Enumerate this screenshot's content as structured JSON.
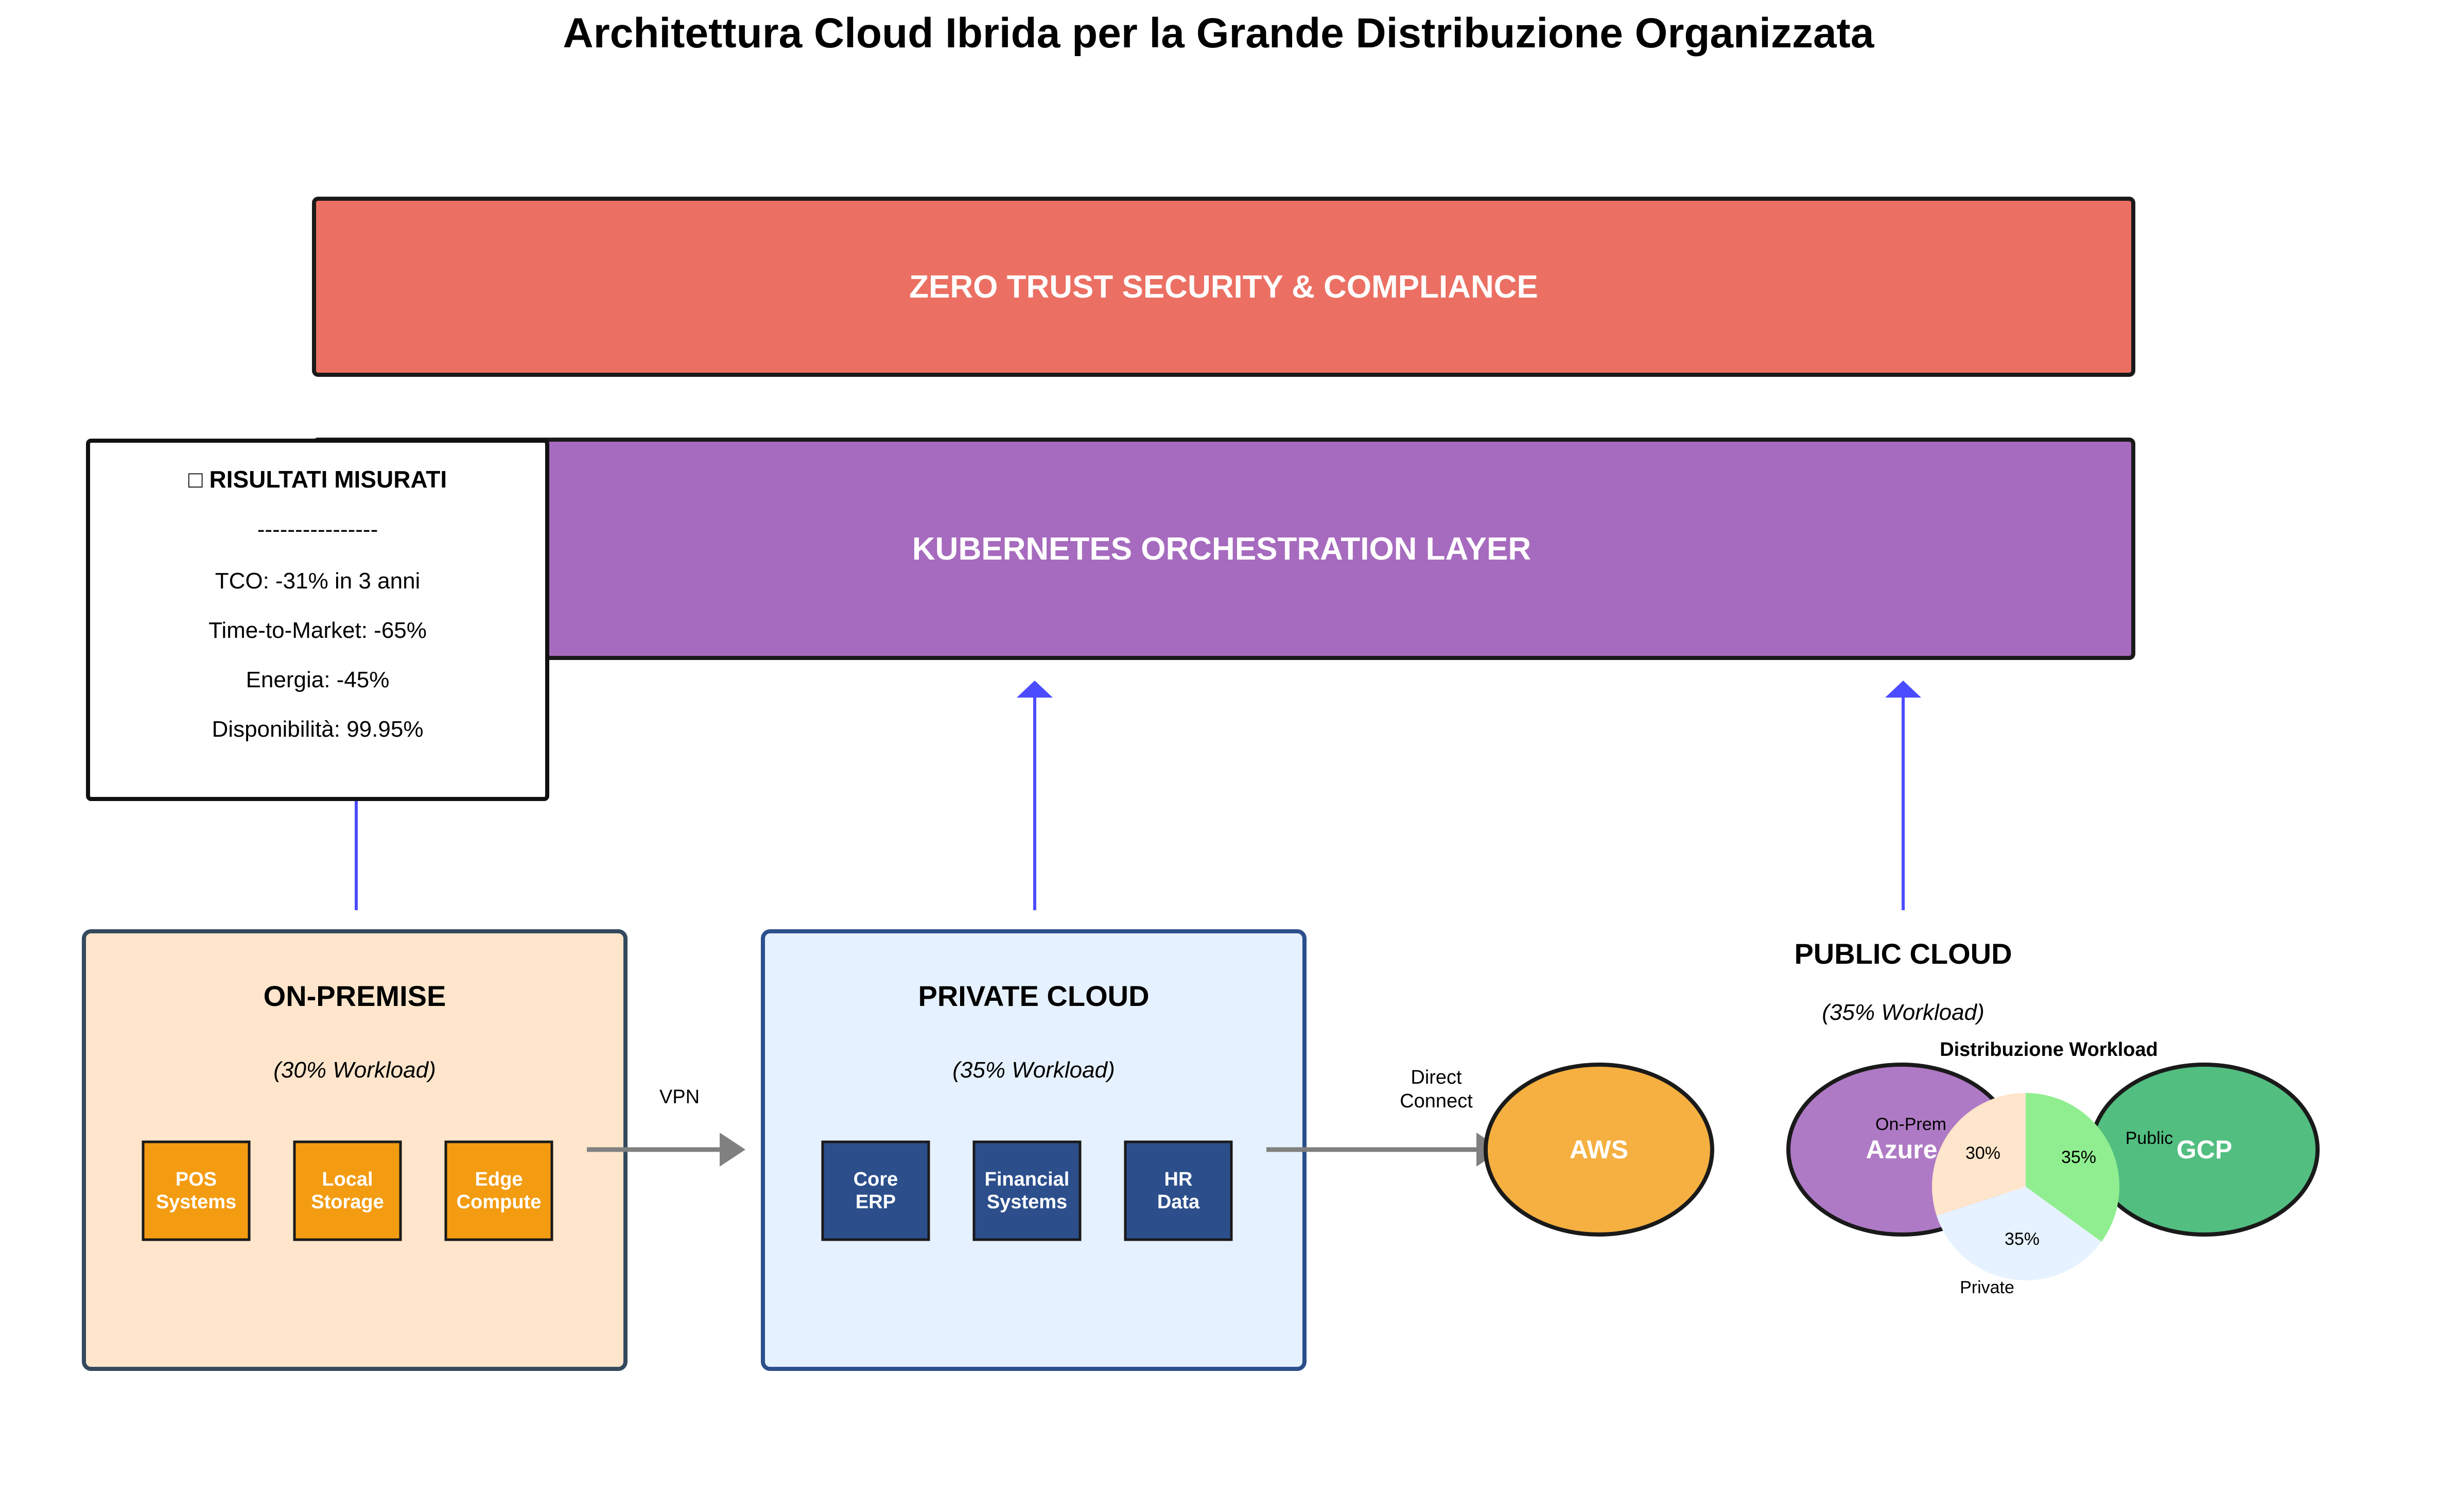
{
  "title": "Architettura Cloud Ibrida per la Grande Distribuzione Organizzata",
  "layers": {
    "security": "ZERO TRUST SECURITY & COMPLIANCE",
    "kubernetes": "KUBERNETES ORCHESTRATION LAYER"
  },
  "results": {
    "heading": "□ RISULTATI MISURATI",
    "divider": "----------------",
    "lines": [
      "TCO: -31% in 3 anni",
      "Time-to-Market: -65%",
      "Energia: -45%",
      "Disponibilità: 99.95%"
    ]
  },
  "on_premise": {
    "title": "ON-PREMISE",
    "workload": "(30% Workload)",
    "components": [
      "POS\nSystems",
      "Local\nStorage",
      "Edge\nCompute"
    ]
  },
  "private_cloud": {
    "title": "PRIVATE CLOUD",
    "workload": "(35% Workload)",
    "components": [
      "Core\nERP",
      "Financial\nSystems",
      "HR\nData"
    ]
  },
  "public_cloud": {
    "title": "PUBLIC CLOUD",
    "workload": "(35% Workload)",
    "providers": [
      "AWS",
      "Azure",
      "GCP"
    ]
  },
  "connections": {
    "vpn": "VPN",
    "direct_connect": "Direct\nConnect"
  },
  "pie": {
    "title": "Distribuzione Workload",
    "slices": [
      {
        "label": "On-Prem",
        "value": 30,
        "pct": "30%",
        "color": "#ffe5cc"
      },
      {
        "label": "Private",
        "value": 35,
        "pct": "35%",
        "color": "#e6f2ff"
      },
      {
        "label": "Public",
        "value": 35,
        "pct": "35%",
        "color": "#90ee90"
      }
    ]
  },
  "colors": {
    "security": "#eb7063",
    "kubernetes": "#a66bbe",
    "on_premise_fill": "#fee5cb",
    "private_fill": "#e5f1fe",
    "component_orange": "#f39c12",
    "component_navy": "#2c4f8c",
    "aws": "#f5b041",
    "azure": "#af7ac5",
    "gcp": "#52be80",
    "arrow_blue": "#4b4bff",
    "arrow_gray": "#808080"
  }
}
